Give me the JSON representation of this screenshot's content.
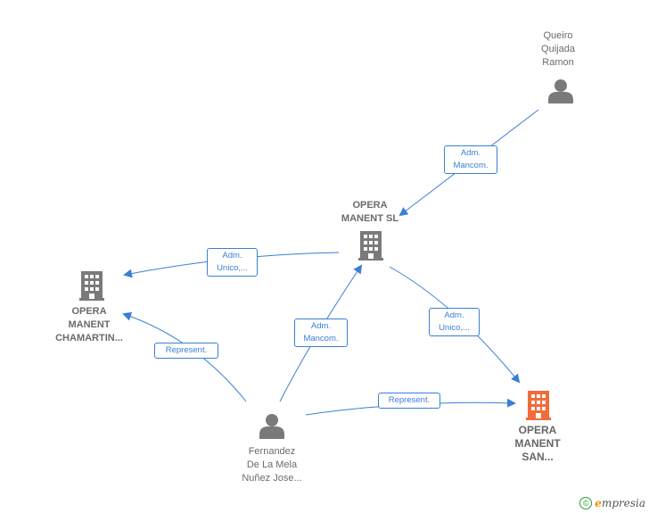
{
  "colors": {
    "edge": "#3a7fd5",
    "company": "#7a7a7a",
    "company_highlight": "#f26b3a",
    "person": "#7a7a7a"
  },
  "nodes": {
    "queiro": {
      "label": "Queiro\nQuijada\nRamon",
      "icon": "person-icon"
    },
    "opera_sl": {
      "label": "OPERA\nMANENT  SL",
      "icon": "building-icon"
    },
    "opera_chamartin": {
      "label": "OPERA\nMANENT\nCHAMARTIN...",
      "icon": "building-icon"
    },
    "opera_san": {
      "label": "OPERA\nMANENT\nSAN...",
      "icon": "building-icon"
    },
    "fernandez": {
      "label": "Fernandez\nDe La Mela\nNuñez Jose...",
      "icon": "person-icon"
    }
  },
  "edges": {
    "queiro_to_sl": "Adm.\nMancom.",
    "sl_to_chamartin": "Adm.\nUnico,...",
    "sl_to_san": "Adm.\nUnico,...",
    "fernandez_to_sl": "Adm.\nMancom.",
    "fernandez_to_chamartin": "Represent.",
    "fernandez_to_san": "Represent."
  },
  "footer": {
    "copyright_symbol": "©",
    "brand_initial": "e",
    "brand_rest": "mpresia"
  }
}
